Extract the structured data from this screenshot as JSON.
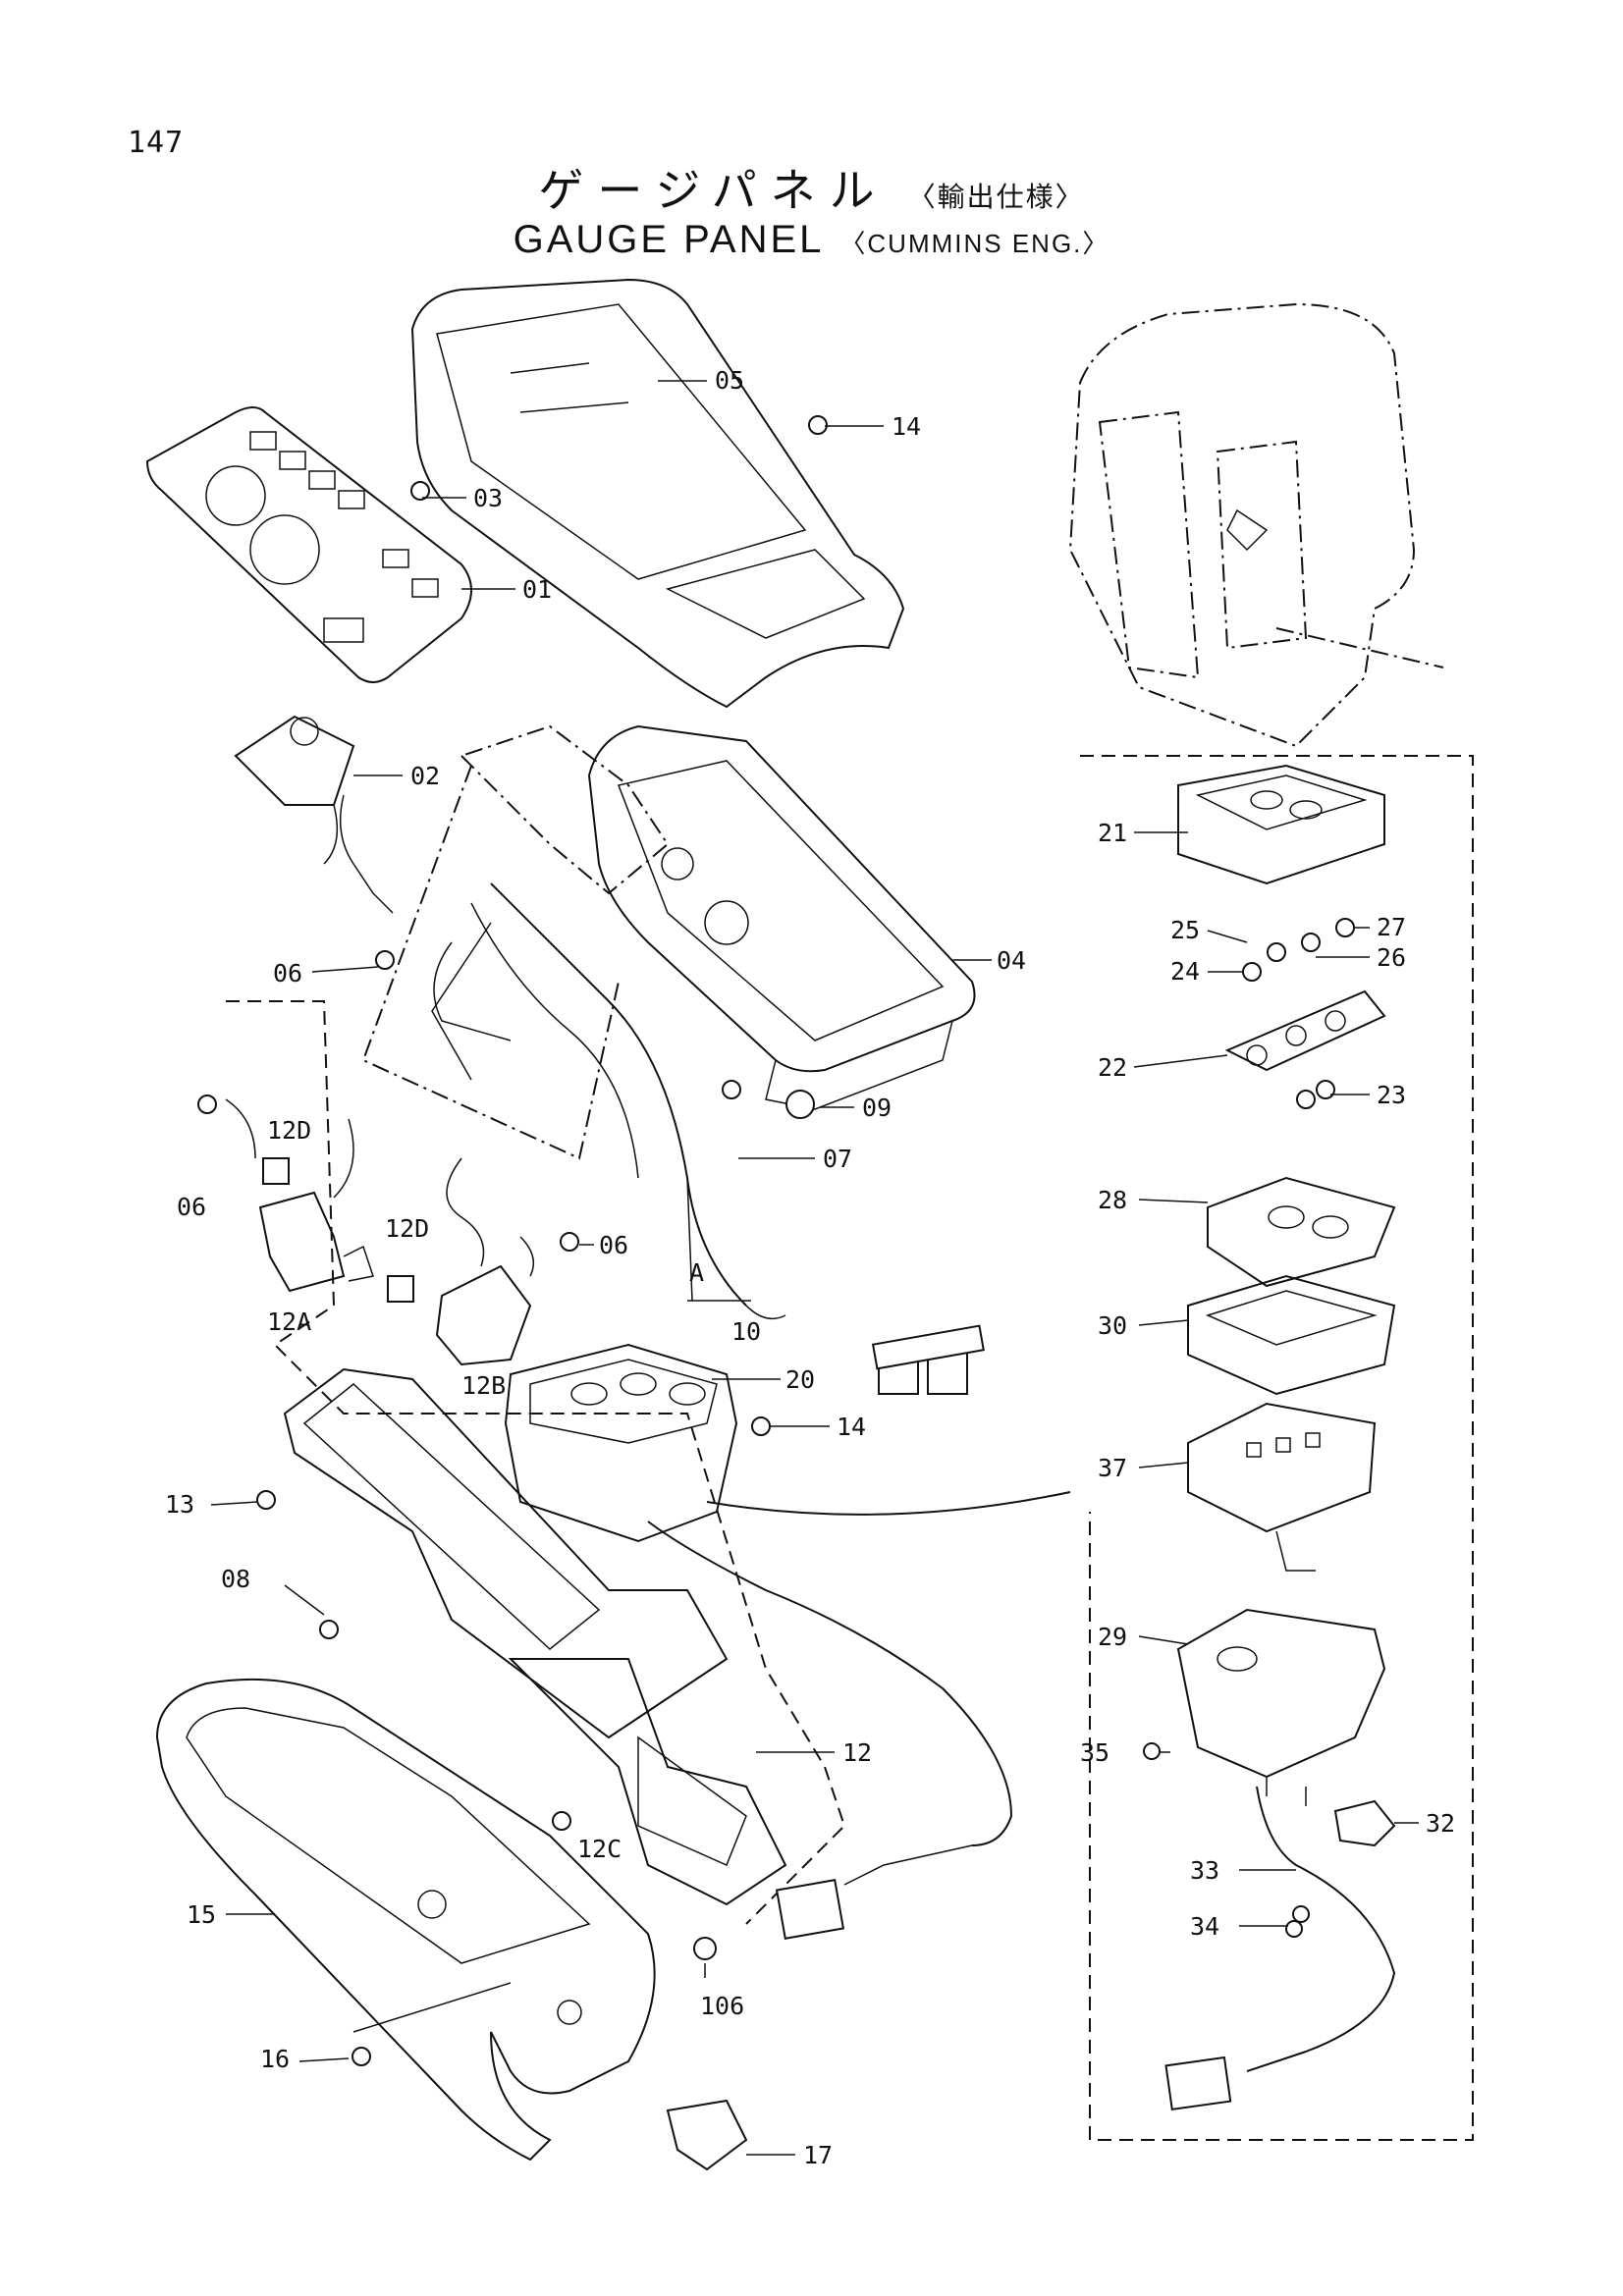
{
  "header": {
    "page_number": "147",
    "title_jp": "ゲージパネル",
    "title_jp_sub": "〈輸出仕様〉",
    "title_en": "GAUGE PANEL",
    "title_en_sub": "〈CUMMINS ENG.〉"
  },
  "callouts": {
    "p01": "01",
    "p02": "02",
    "p03": "03",
    "p04": "04",
    "p05": "05",
    "p06a": "06",
    "p06b": "06",
    "p06c": "06",
    "p07": "07",
    "p08": "08",
    "p09": "09",
    "p10": "10",
    "p12": "12",
    "p12A": "12A",
    "p12B": "12B",
    "p12C": "12C",
    "p12Da": "12D",
    "p12Db": "12D",
    "p13": "13",
    "p14a": "14",
    "p14b": "14",
    "p15": "15",
    "p16": "16",
    "p17": "17",
    "p20": "20",
    "p21": "21",
    "p22": "22",
    "p23": "23",
    "p24": "24",
    "p25": "25",
    "p26": "26",
    "p27": "27",
    "p28": "28",
    "p29": "29",
    "p30": "30",
    "p32": "32",
    "p33": "33",
    "p34": "34",
    "p35": "35",
    "p37": "37",
    "p106": "106",
    "pA": "A"
  }
}
